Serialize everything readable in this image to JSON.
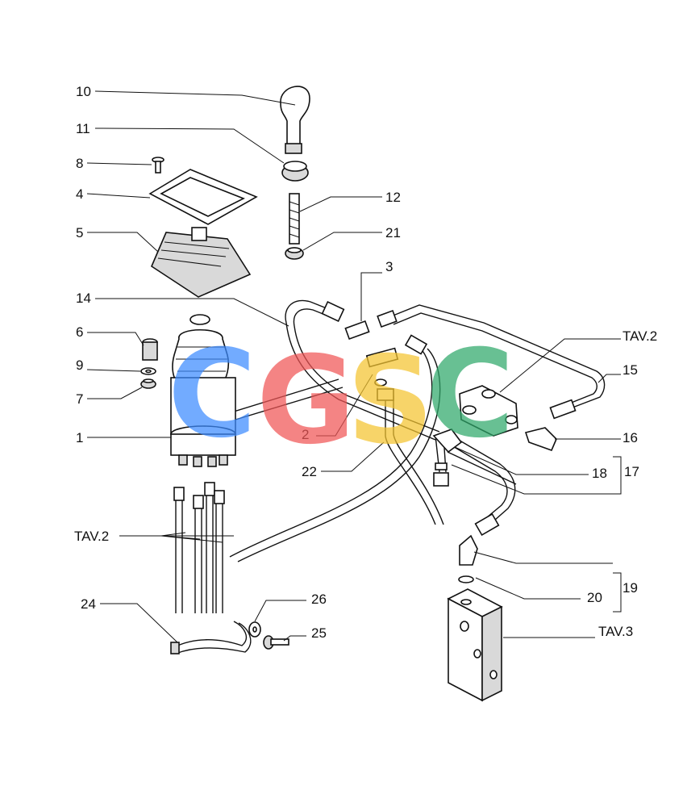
{
  "labels": {
    "l10": "10",
    "l11": "11",
    "l8": "8",
    "l4": "4",
    "l5": "5",
    "l12": "12",
    "l21": "21",
    "l3": "3",
    "l14": "14",
    "l6": "6",
    "l9": "9",
    "l7": "7",
    "l1": "1",
    "l2": "2",
    "l22": "22",
    "ltav2_right": "TAV.2",
    "l15": "15",
    "l16": "16",
    "l18": "18",
    "l17": "17",
    "ltav2_left": "TAV.2",
    "l24": "24",
    "l26": "26",
    "l25": "25",
    "l19": "19",
    "l20": "20",
    "ltav3": "TAV.3"
  },
  "watermark": {
    "letters": [
      "C",
      "G",
      "S",
      "C"
    ],
    "colors": [
      "#3d8bff",
      "#f05555",
      "#f4c430",
      "#2fa86a"
    ]
  }
}
